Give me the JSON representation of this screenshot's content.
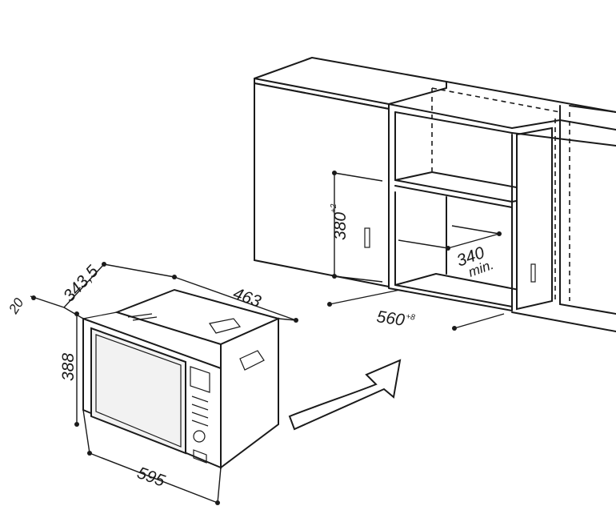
{
  "dimensions": {
    "oven_height": "388",
    "oven_depth": "343,5",
    "oven_front_offset": "20",
    "oven_width_body": "463",
    "oven_width_front": "595",
    "niche_height": "380",
    "niche_height_tol": "+2",
    "niche_width": "560",
    "niche_width_tol": "+8",
    "niche_depth": "340",
    "niche_depth_note": "min."
  }
}
